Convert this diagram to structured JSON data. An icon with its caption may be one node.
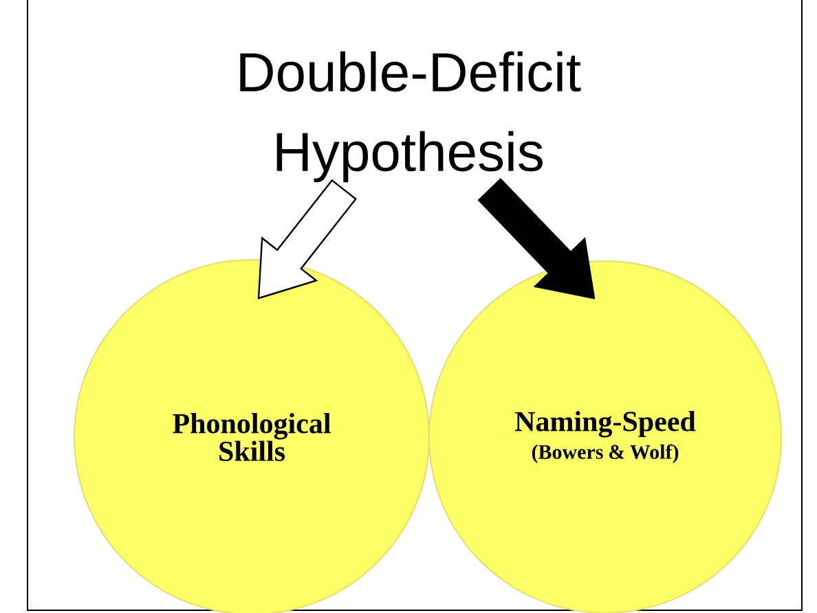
{
  "diagram": {
    "nodes": [
      {
        "text": [
          "Double-Deficit Hypothesis"
        ]
      },
      {
        "text": [
          "Phonological Skills"
        ]
      },
      {
        "text": [
          "Naming-Speed",
          "(Bowers & Wolf)"
        ]
      }
    ],
    "edges": [
      {
        "from": 0,
        "to": 1,
        "arrow": "to",
        "color": "#ffffff"
      },
      {
        "from": 0,
        "to": 2,
        "arrow": "to",
        "color": "#000000"
      }
    ]
  }
}
